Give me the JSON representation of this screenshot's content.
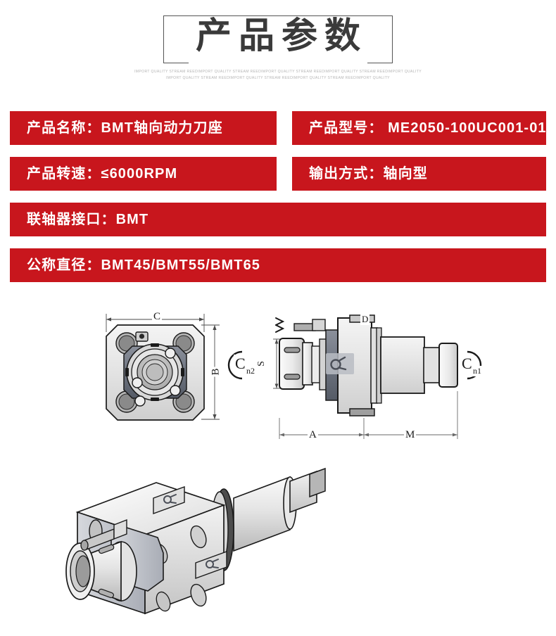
{
  "header": {
    "title": "产品参数",
    "subtitle_line1": "IMPORT QUALITY STREAM REEDIMPORT QUALITY STREAM REEDIMPORT QUALITY STREAM REEDIMPORT QUALITY STREAM REEDIMPORT QUALITY",
    "subtitle_line2": "IMPORT QUALITY STREAM REEDIMPORT QUALITY STREAM REEDIMPORT QUALITY STREAM REEDIMPORT QUALITY"
  },
  "colors": {
    "bar_red": "#c8161d",
    "title_gray": "#3a3a3a",
    "subtitle_gray": "#b5b5b5"
  },
  "specs": [
    {
      "left": "产品名称：BMT轴向动力刀座",
      "right": "产品型号： ME2050-100UC001-01"
    },
    {
      "left": "产品转速：≤6000RPM",
      "right": "输出方式：轴向型"
    },
    {
      "left": "联轴器接口：BMT",
      "right": null
    },
    {
      "left": "公称直径：BMT45/BMT55/BMT65",
      "right": null
    }
  ],
  "drawing": {
    "front_view": {
      "name": "front-view",
      "dimensions": {
        "width_label": "C",
        "height_label": "B"
      }
    },
    "side_view": {
      "name": "side-view",
      "dimensions": {
        "collet_taper_left": "C",
        "collet_taper_left_sub": "n2",
        "collet_height": "S",
        "flange_diameter": "D",
        "length_a": "A",
        "length_m": "M",
        "shank_taper_right": "C",
        "shank_taper_right_sub": "n1"
      }
    },
    "iso_view": {
      "name": "isometric-view"
    }
  }
}
